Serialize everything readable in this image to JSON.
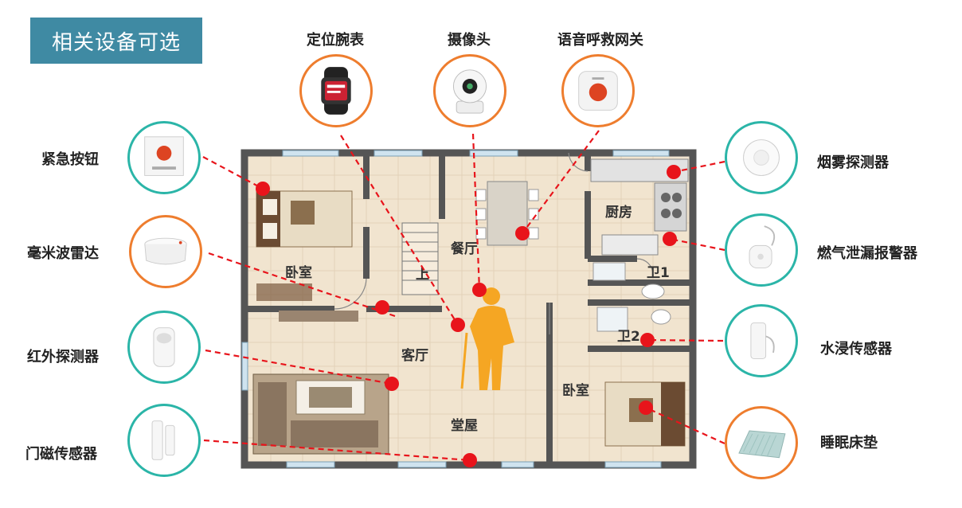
{
  "title": "相关设备可选",
  "devices": {
    "watch": "定位腕表",
    "camera": "摄像头",
    "gateway": "语音呼救网关",
    "sos_button": "紧急按钮",
    "radar": "毫米波雷达",
    "pir": "红外探测器",
    "door": "门磁传感器",
    "smoke": "烟雾探测器",
    "gas": "燃气泄漏报警器",
    "water": "水浸传感器",
    "mat": "睡眠床垫"
  },
  "rooms": {
    "bedroom1": "卧室",
    "dining": "餐厅",
    "kitchen": "厨房",
    "bath1": "卫1",
    "bath2": "卫2",
    "living": "客厅",
    "hall": "堂屋",
    "bedroom2": "卧室",
    "stairs": "上"
  },
  "colors": {
    "teal": "#2bb5a8",
    "orange": "#ee7d2e",
    "title_bg": "#3f8aa3",
    "marker": "#e8141b"
  }
}
